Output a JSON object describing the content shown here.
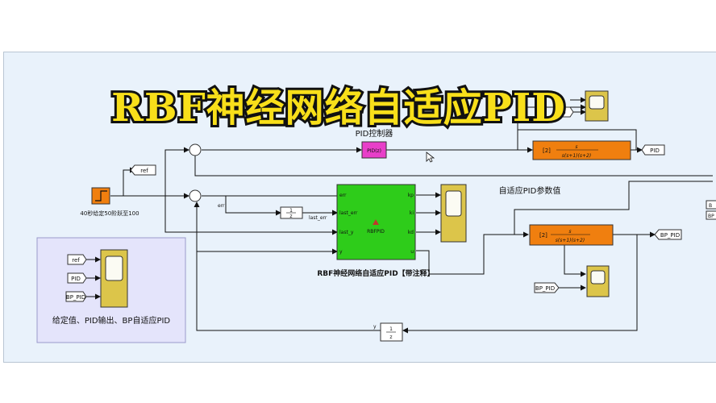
{
  "banner_title": "RBF神经网络自适应PID",
  "blocks": {
    "step": {
      "label": "40秒给定50阶跃至100"
    },
    "pid_controller": {
      "caption": "PID控制器",
      "inner": "PID(z)"
    },
    "rbf": {
      "caption": "RBF神经网络自适应PID【带注释】",
      "inner": "RBFPID",
      "inputs": [
        "err",
        "last_err",
        "last_y",
        "y"
      ],
      "outputs": [
        "kp",
        "ki",
        "kd",
        "u"
      ]
    },
    "unit_delay_1": {
      "num": "1",
      "den": "z"
    },
    "unit_delay_2": {
      "num": "1",
      "den": "z"
    },
    "plant_top": {
      "k": "[2]",
      "tf_num": "s",
      "tf_den": "s(s+1)(s+2)"
    },
    "plant_bottom": {
      "k": "[2]",
      "tf_num": "s",
      "tf_den": "s(s+1)(s+2)"
    }
  },
  "tags": {
    "ref_out": "ref",
    "pid_out": "PID",
    "bppid_out": "BP_PID",
    "bppid_in": "BP_PID",
    "scope_in_ref": "ref",
    "scope_in_pid": "PID",
    "scope_in_bppid": "BP_PID",
    "right_edge_1": "B",
    "right_edge_2": "BP",
    "top_partial": "D"
  },
  "signals": {
    "err": "err",
    "last_err": "last_err",
    "y": "y"
  },
  "labels": {
    "adaptive_params": "自适应PID参数值",
    "subsystem_area": "给定值、PID输出、BP自适应PID"
  },
  "colors": {
    "canvas": "#e9f2fb",
    "rbf_block": "#2ecc1a",
    "pid_block": "#e83fc9",
    "plant_block": "#f07f0f",
    "scope": "#dcc54a",
    "area_panel": "#e4e4fb",
    "banner_fill": "#f8df1a"
  }
}
